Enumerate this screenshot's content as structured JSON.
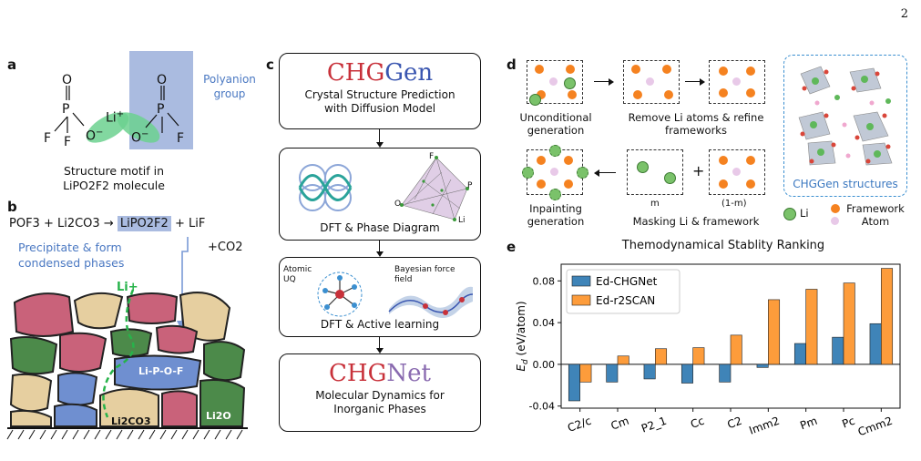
{
  "page_number": "2",
  "panel_a": {
    "label": "a",
    "atom_O_top_left": "O",
    "atom_P_left": "P",
    "atom_F_left1": "F",
    "atom_F_left2": "F",
    "atom_O_bridge": "O",
    "atom_O_minus": "−",
    "atom_Li": "Li",
    "atom_Li_plus": "+",
    "atom_O_top_right": "O",
    "atom_P_right": "P",
    "atom_O_right": "O",
    "atom_O_right_minus": "−",
    "atom_F_right": "F",
    "polyanion_label": "Polyanion group",
    "caption_line1": "Structure motif in",
    "caption_line2": "LiPO2F2 molecule"
  },
  "panel_b": {
    "label": "b",
    "reaction": "POF3 + Li2CO3 →",
    "product": "LiPO2F2",
    "plus_lif": "+ LiF",
    "co2": "+CO2",
    "precipitate_text": "Precipitate & form condensed phases",
    "li_ion": "Li+",
    "li_p_o_f": "Li-P-O-F",
    "li2co3": "Li2CO3",
    "li2o": "Li2O"
  },
  "panel_c": {
    "label": "c",
    "box1_title_a": "CHG",
    "box1_title_b": "Gen",
    "box1_desc_1": "Crystal Structure Prediction",
    "box1_desc_2": "with Diffusion Model",
    "box2_caption": "DFT & Phase Diagram",
    "box2_labels": [
      "F",
      "P",
      "O",
      "Li"
    ],
    "box3_atomic_uq": "Atomic UQ",
    "box3_bayesian": "Bayesian force field",
    "box3_caption": "DFT & Active learning",
    "box4_title_a": "CHG",
    "box4_title_b": "Net",
    "box4_desc_1": "Molecular Dynamics for",
    "box4_desc_2": "Inorganic Phases"
  },
  "panel_d": {
    "label": "d",
    "uncond": "Unconditional generation",
    "remove": "Remove Li atoms & refine frameworks",
    "inpaint": "Inpainting generation",
    "masking": "Masking Li & framework",
    "m": "m",
    "one_minus_m": "(1-m)",
    "plus": "+",
    "legend_li": "Li",
    "legend_fw": "Framework Atom",
    "structures": "CHGGen structures"
  },
  "panel_e": {
    "label": "e",
    "colors": {
      "chgnet": "#3f84b8",
      "r2scan": "#fd9c3b"
    }
  },
  "chart_data": {
    "type": "bar",
    "title": "Themodynamical Stablity Ranking",
    "ylabel": "E_d (eV/atom)",
    "xlabel": "",
    "categories": [
      "C2/c",
      "Cm",
      "P2_1",
      "Cc",
      "C2",
      "Imm2",
      "Pm",
      "Pc",
      "Cmm2"
    ],
    "series": [
      {
        "name": "Ed-CHGNet",
        "values": [
          -0.035,
          -0.017,
          -0.014,
          -0.018,
          -0.017,
          -0.003,
          0.02,
          0.026,
          0.039
        ]
      },
      {
        "name": "Ed-r2SCAN",
        "values": [
          -0.017,
          0.008,
          0.015,
          0.016,
          0.028,
          0.062,
          0.072,
          0.078,
          0.092
        ]
      }
    ],
    "ylim": [
      -0.042,
      0.096
    ],
    "yticks": [
      "-0.04",
      "0.00",
      "0.04",
      "0.08"
    ],
    "ytick_values": [
      -0.04,
      0.0,
      0.04,
      0.08
    ],
    "legend_position": "top-left"
  }
}
